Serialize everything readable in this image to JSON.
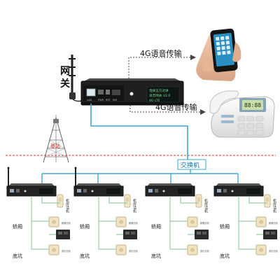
{
  "gateway": {
    "label_chars": [
      "网",
      "关"
    ],
    "screen_lines": [
      "电梯五方对讲",
      "语音网关 V2.0",
      "4G LTE"
    ],
    "port_labels": [
      "LAN",
      "PWR",
      "RST",
      "SIM"
    ]
  },
  "voice_label_top": "4G语音传输",
  "voice_label_bottom": "4G语音传输",
  "tower_label": "基站",
  "switch_label": "交换机",
  "phone": {
    "display_digits": "88:88"
  },
  "units": [
    {
      "device_label": "机房话机",
      "car_label": "轿厢",
      "pit_label": "底坑",
      "intercom_label": "轿厢分机",
      "pit_intercom_label": "底坑分机"
    },
    {
      "device_label": "机房话机",
      "car_label": "轿厢",
      "pit_label": "底坑",
      "intercom_label": "轿厢分机",
      "pit_intercom_label": "底坑分机"
    },
    {
      "device_label": "机房话机",
      "car_label": "轿厢",
      "pit_label": "底坑",
      "intercom_label": "轿厢分机",
      "pit_intercom_label": "底坑分机"
    },
    {
      "device_label": "机房话机",
      "car_label": "轿厢",
      "pit_label": "底坑",
      "intercom_label": "轿厢分机",
      "pit_intercom_label": "底坑分机"
    }
  ],
  "colors": {
    "cable": "#3aa9d8",
    "divider": "#e03030",
    "tower_text": "#d21f1f",
    "arrow": "#444444",
    "box_dark": "#232323",
    "wire_green": "#7fc58f"
  }
}
